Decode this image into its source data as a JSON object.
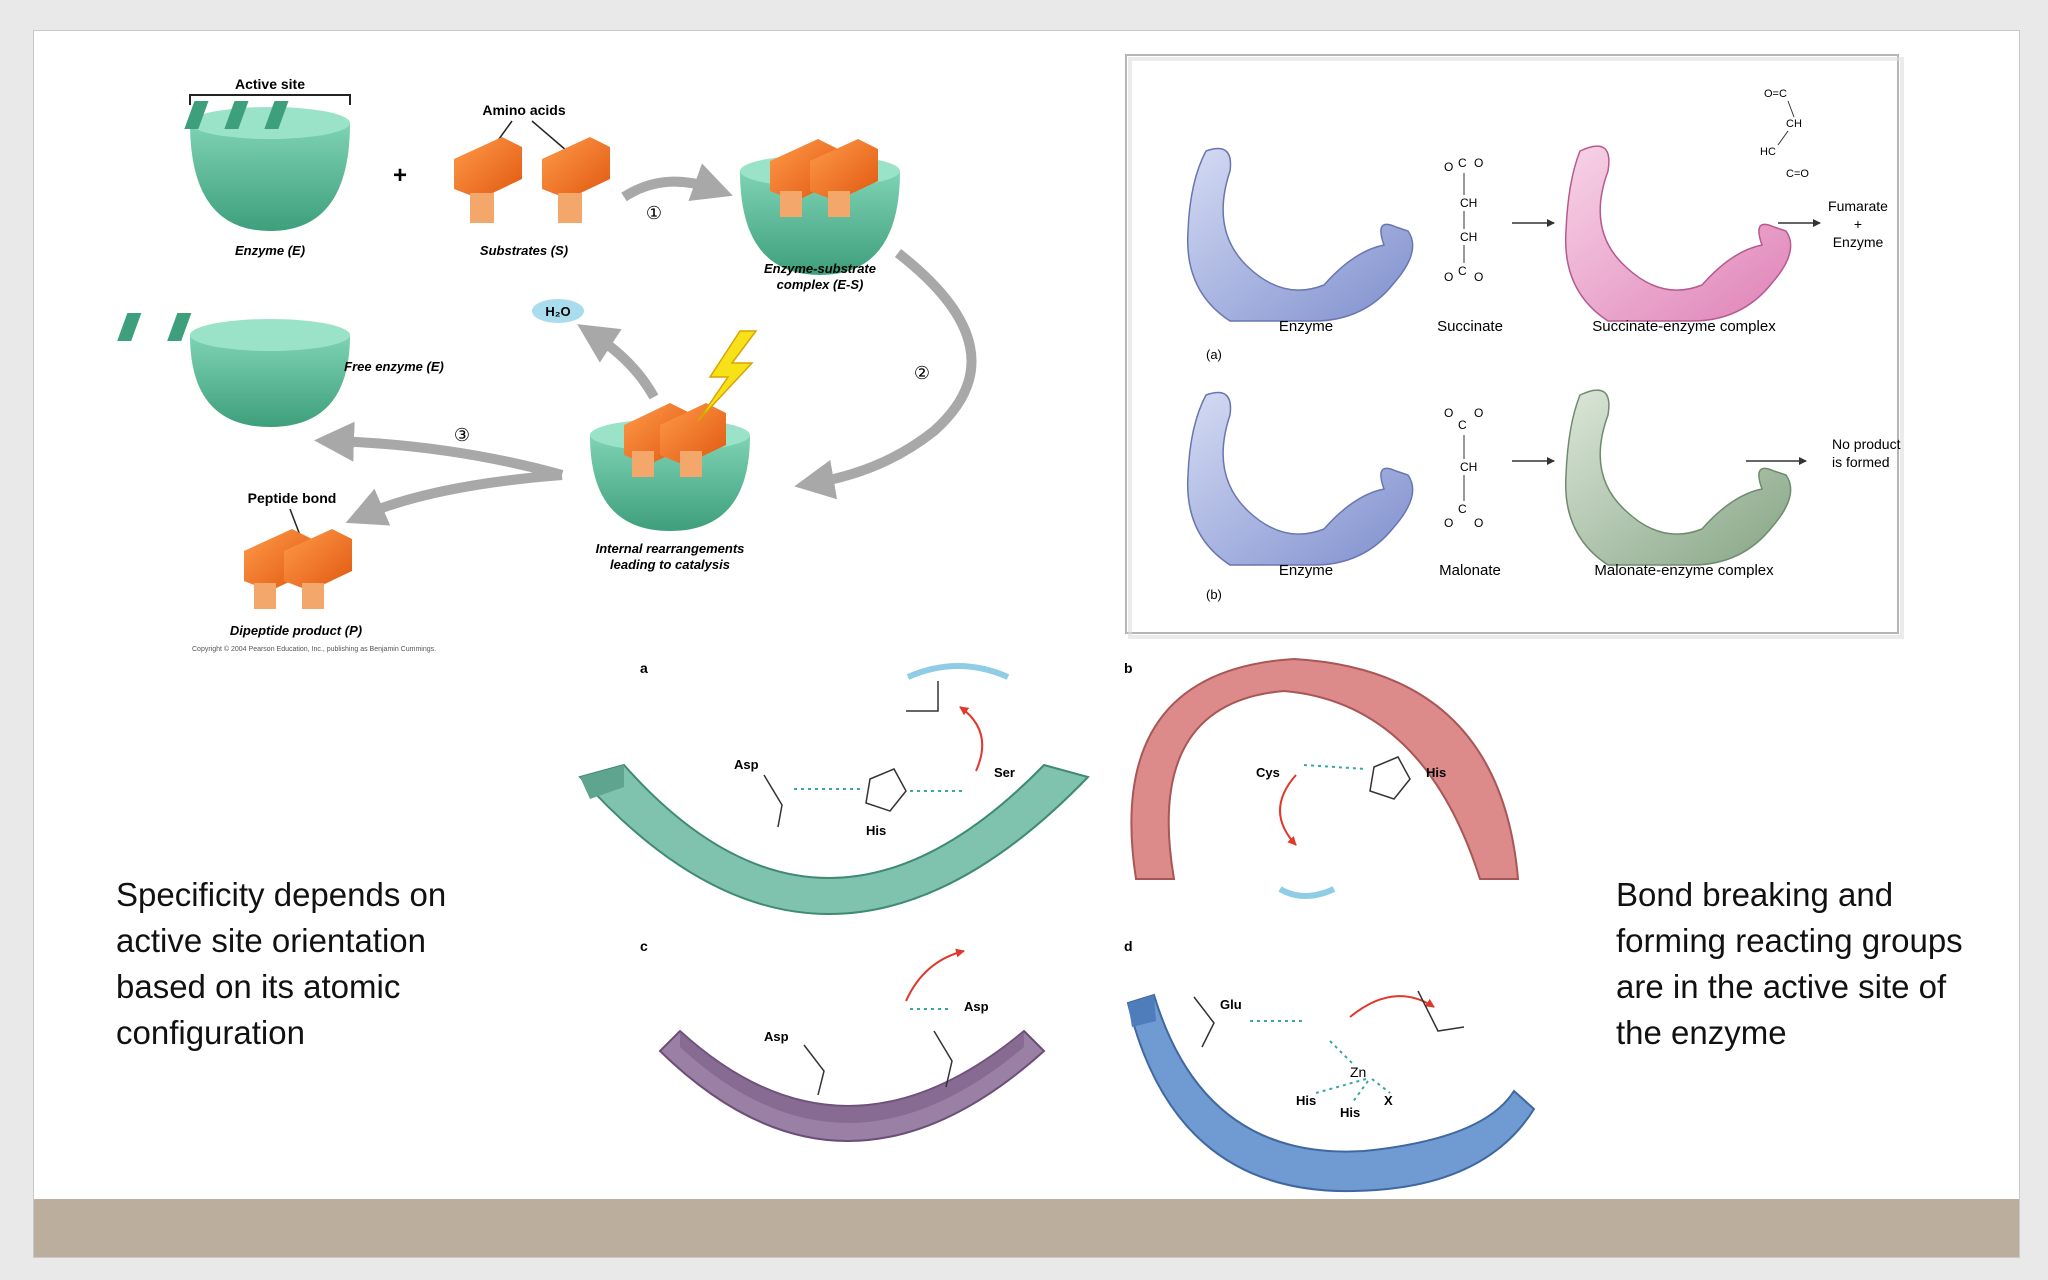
{
  "colors": {
    "enzyme_green": "#4fb592",
    "substrate_orange": "#ef6a1c",
    "arrow_gray": "#a8a8a8",
    "panel_blue": "#8f9ed6",
    "succinate_pink": "#e79ac6",
    "malonate_green": "#8faa8e",
    "band_a": "#7fc2ad",
    "band_b": "#dd8a8a",
    "band_c": "#9b80a6",
    "band_d": "#6f9ad2",
    "footer": "#bcae9c"
  },
  "mechanism": {
    "active_site": "Active site",
    "amino_acids": "Amino acids",
    "enzyme": "Enzyme (E)",
    "substrates": "Substrates (S)",
    "es_complex_1": "Enzyme-substrate",
    "es_complex_2": "complex (E-S)",
    "water": "H₂O",
    "free_enzyme": "Free enzyme (E)",
    "internal_1": "Internal rearrangements",
    "internal_2": "leading to catalysis",
    "peptide_bond": "Peptide bond",
    "dipeptide": "Dipeptide product (P)",
    "step1": "①",
    "step2": "②",
    "step3": "③",
    "copyright": "Copyright © 2004 Pearson Education, Inc., publishing as Benjamin Cummings."
  },
  "inhibition": {
    "panel_a": "(a)",
    "panel_b": "(b)",
    "enzyme_a": "Enzyme",
    "succinate": "Succinate",
    "succinate_complex": "Succinate-enzyme complex",
    "fumarate": "Fumarate",
    "plus": "+",
    "enzyme_product": "Enzyme",
    "enzyme_b": "Enzyme",
    "malonate": "Malonate",
    "malonate_complex": "Malonate-enzyme complex",
    "no_product_1": "No product",
    "no_product_2": "is formed"
  },
  "active_sites": {
    "a": {
      "label": "a",
      "res1": "Asp",
      "res2": "His",
      "res3": "Ser"
    },
    "b": {
      "label": "b",
      "res1": "Cys",
      "res2": "His"
    },
    "c": {
      "label": "c",
      "res1": "Asp",
      "res2": "Asp"
    },
    "d": {
      "label": "d",
      "res1": "Glu",
      "res2": "His",
      "res3": "His",
      "res4": "X",
      "metal": "Zn"
    }
  },
  "captions": {
    "left": "Specificity depends on active site orientation based on its atomic configuration",
    "right": "Bond breaking and forming reacting groups are in the active site of the enzyme"
  }
}
